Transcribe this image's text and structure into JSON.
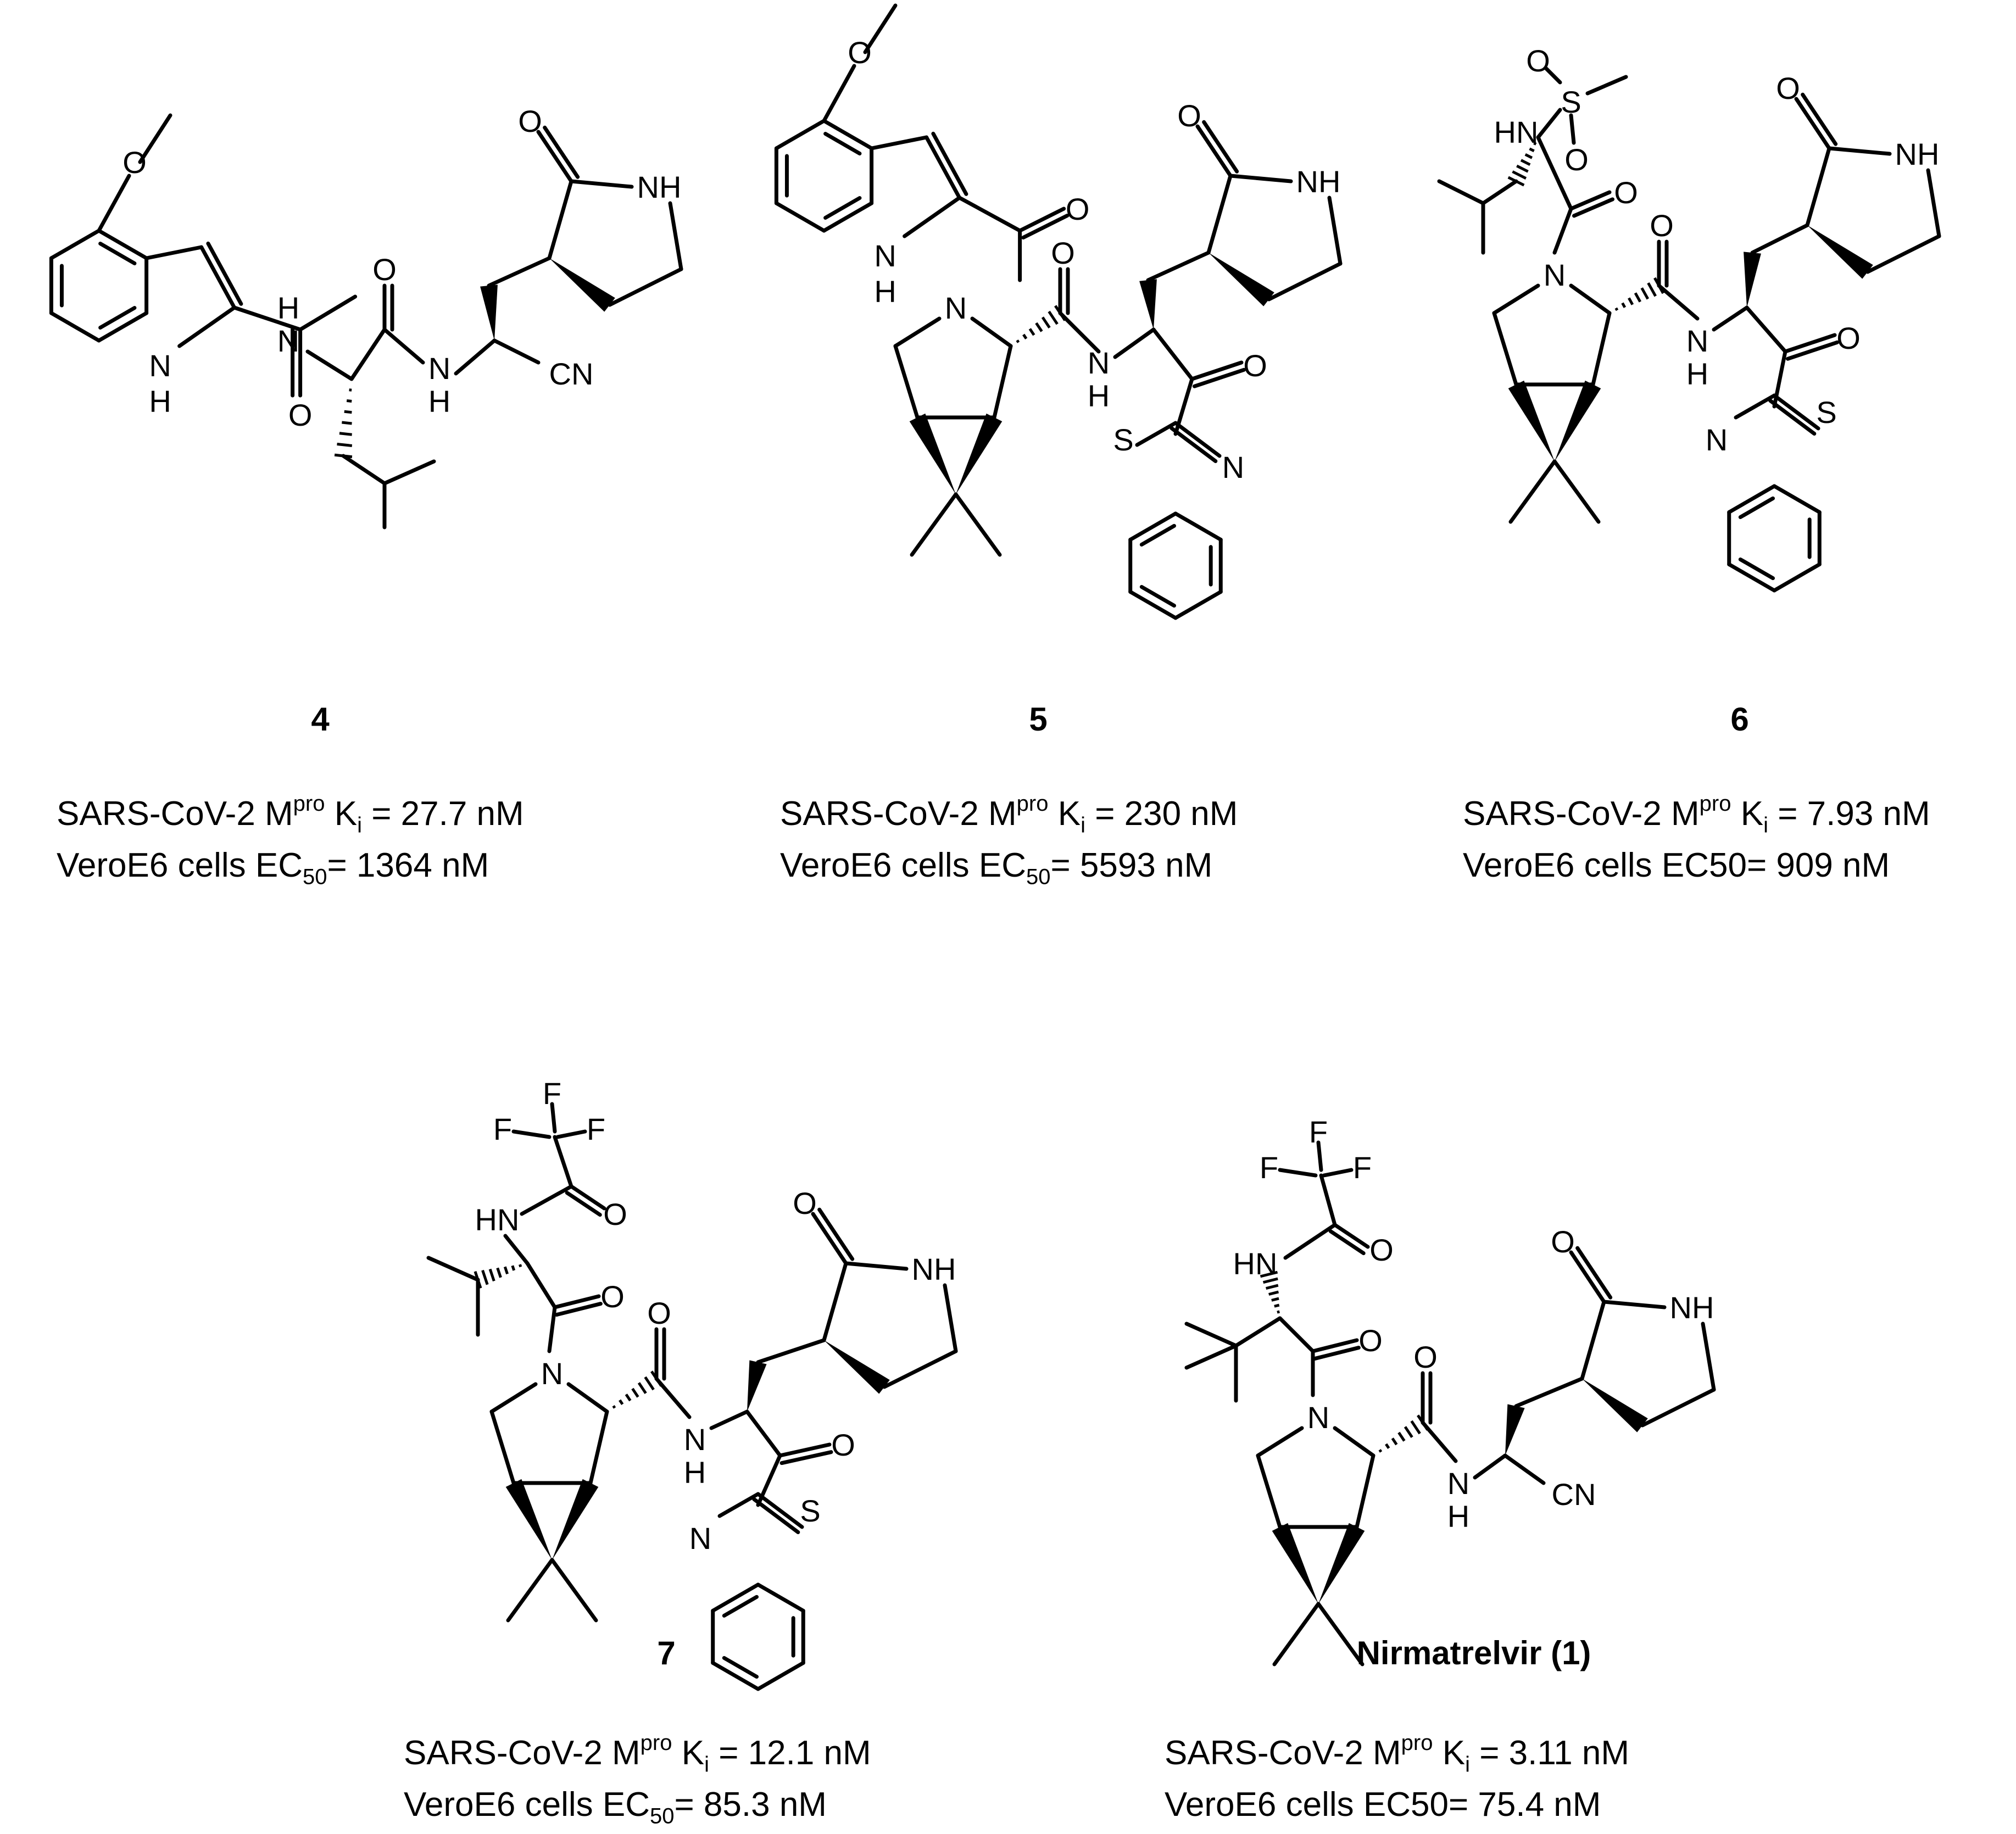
{
  "compounds": [
    {
      "id": "4",
      "label": "4",
      "ki": {
        "prefix": "SARS-CoV-2 M",
        "sup": "pro",
        "k": " K",
        "sub": "i",
        "value": " = 27.7 nM"
      },
      "ec": {
        "prefix": "VeroE6 cells EC",
        "sub": "50",
        "value": "= 1364 nM"
      }
    },
    {
      "id": "5",
      "label": "5",
      "ki": {
        "prefix": "SARS-CoV-2 M",
        "sup": "pro",
        "k": " K",
        "sub": "i",
        "value": " = 230 nM"
      },
      "ec": {
        "prefix": "VeroE6 cells EC",
        "sub": "50",
        "value": "= 5593 nM"
      }
    },
    {
      "id": "6",
      "label": "6",
      "ki": {
        "prefix": "SARS-CoV-2 M",
        "sup": "pro",
        "k": " K",
        "sub": "i",
        "value": " = 7.93 nM"
      },
      "ec": {
        "prefix": "VeroE6 cells EC50",
        "sub": "",
        "value": "= 909 nM"
      }
    },
    {
      "id": "7",
      "label": "7",
      "ki": {
        "prefix": "SARS-CoV-2 M",
        "sup": "pro",
        "k": " K",
        "sub": "i",
        "value": " = 12.1 nM"
      },
      "ec": {
        "prefix": "VeroE6 cells EC",
        "sub": "50",
        "value": "= 85.3 nM"
      }
    },
    {
      "id": "1",
      "label": "Nirmatrelvir (1)",
      "ki": {
        "prefix": "SARS-CoV-2 M",
        "sup": "pro",
        "k": " K",
        "sub": "i",
        "value": " = 3.11 nM"
      },
      "ec": {
        "prefix": "VeroE6 cells EC50",
        "sub": "",
        "value": "= 75.4 nM"
      }
    }
  ],
  "atom_labels": {
    "O": "O",
    "N": "N",
    "NH": "NH",
    "HN": "HN",
    "H": "H",
    "CN": "CN",
    "S": "S",
    "F": "F"
  }
}
